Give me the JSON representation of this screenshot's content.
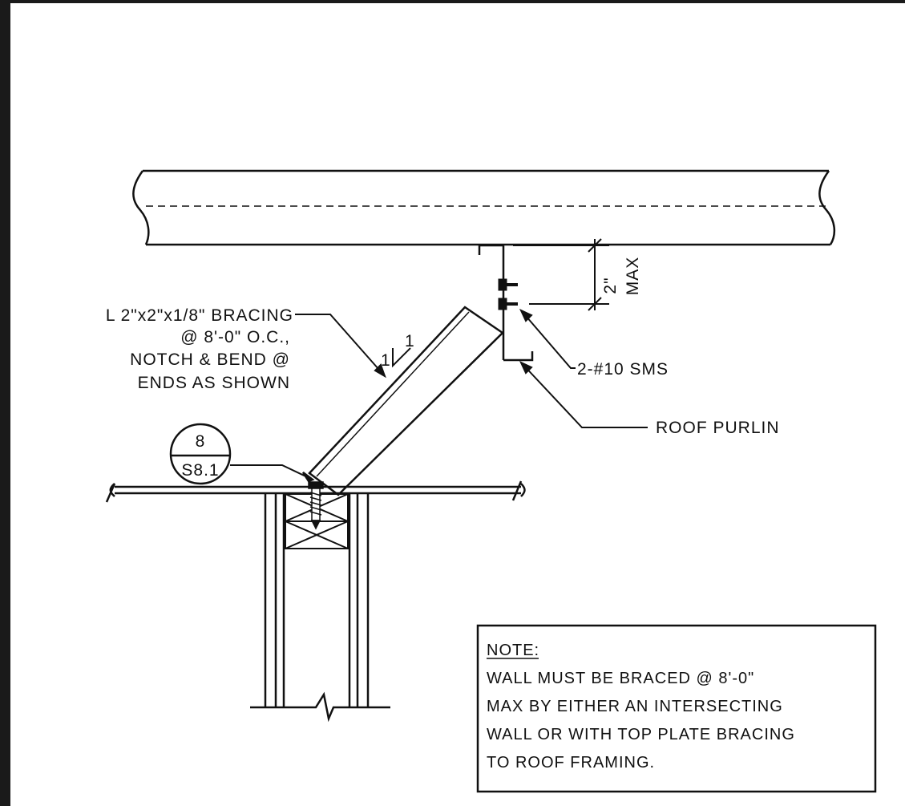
{
  "drawing": {
    "bracing_label": {
      "line1": "L 2\"x2\"x1/8\" BRACING",
      "line2": "@ 8'-0\" O.C.,",
      "line3": "NOTCH & BEND @",
      "line4": "ENDS AS SHOWN"
    },
    "slope_mark": {
      "rise": "1",
      "run": "1"
    },
    "dimension": {
      "value": "2\"",
      "qualifier": "MAX"
    },
    "fastener_label": "2-#10 SMS",
    "purlin_label": "ROOF PURLIN",
    "section_callout": {
      "detail": "8",
      "sheet": "S8.1"
    },
    "note": {
      "heading": "NOTE:",
      "line1": "WALL MUST BE BRACED @ 8'-0\"",
      "line2": "MAX BY EITHER AN INTERSECTING",
      "line3": "WALL OR WITH TOP PLATE BRACING",
      "line4": "TO ROOF FRAMING."
    },
    "colors": {
      "ink": "#111111",
      "paper": "#ffffff",
      "border": "#1a1a1a"
    }
  }
}
